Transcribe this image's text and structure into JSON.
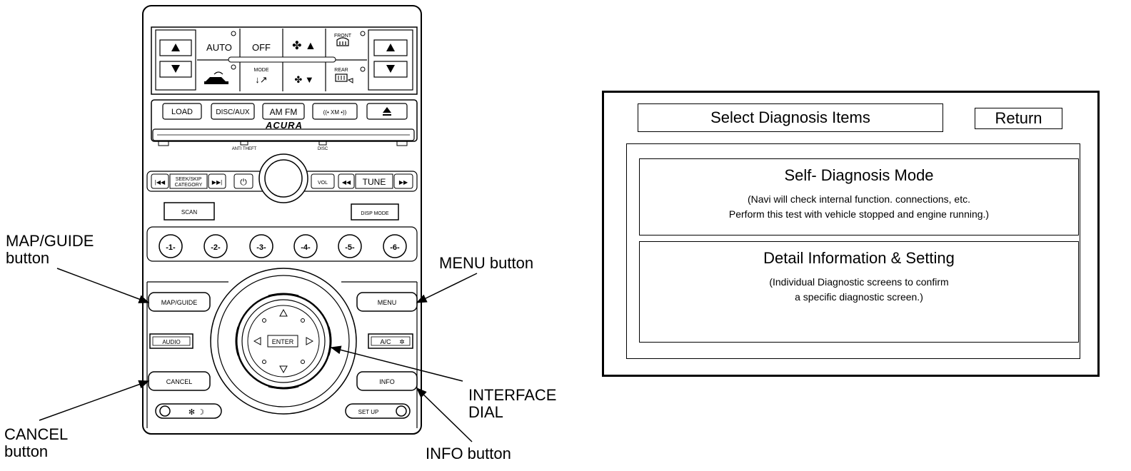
{
  "panel": {
    "climate": {
      "auto": "AUTO",
      "off": "OFF",
      "front": "FRONT",
      "mode": "MODE",
      "rear": "REAR"
    },
    "audio": {
      "load": "LOAD",
      "disc_aux": "DISC/AUX",
      "am_fm": "AM  FM",
      "xm": "((• XM •))",
      "brand": "ACURA",
      "anti_theft": "ANTI THEFT",
      "disc": "DISC",
      "seek_skip_1": "SEEK/SKIP",
      "seek_skip_2": "CATEGORY",
      "vol": "VOL",
      "tune": "TUNE",
      "scan": "SCAN",
      "disp_mode": "DISP MODE",
      "presets": [
        "-1-",
        "-2-",
        "-3-",
        "-4-",
        "-5-",
        "-6-"
      ]
    },
    "nav": {
      "map_guide": "MAP/GUIDE",
      "menu": "MENU",
      "audio": "AUDIO",
      "ac": "A/C",
      "cancel": "CANCEL",
      "info": "INFO",
      "enter": "ENTER",
      "set_up": "SET UP"
    }
  },
  "callouts": {
    "map_guide": "MAP/GUIDE\nbutton",
    "menu": "MENU button",
    "interface_dial": "INTERFACE\nDIAL",
    "cancel": "CANCEL\nbutton",
    "info": "INFO button"
  },
  "screen": {
    "title": "Select Diagnosis Items",
    "return": "Return",
    "items": [
      {
        "title": "Self- Diagnosis Mode",
        "desc": [
          "(Navi will check internal function. connections, etc.",
          "Perform this test with vehicle stopped and engine running.)"
        ]
      },
      {
        "title": "Detail Information & Setting",
        "desc": [
          "(Individual Diagnostic screens to confirm",
          "a specific diagnostic screen.)"
        ]
      }
    ]
  }
}
